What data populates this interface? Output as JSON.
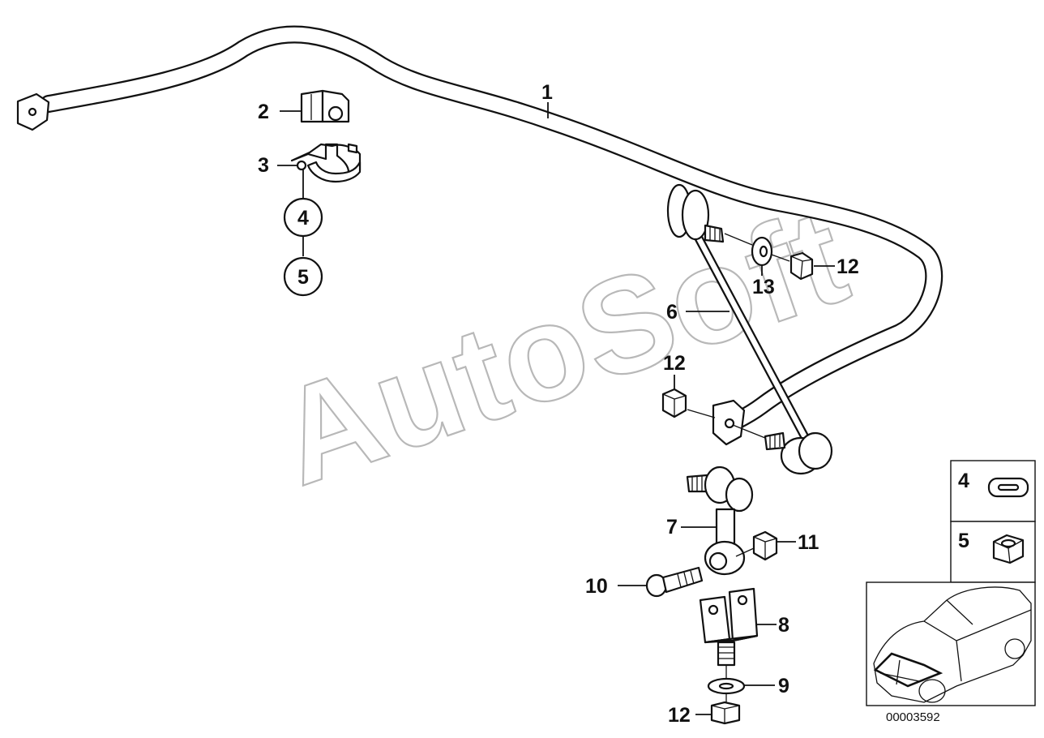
{
  "watermark": "AutoSoft",
  "diagram_number": "00003592",
  "callouts": {
    "c1": "1",
    "c2": "2",
    "c3": "3",
    "c4": "4",
    "c5": "5",
    "c6": "6",
    "c7": "7",
    "c8": "8",
    "c9": "9",
    "c10": "10",
    "c11": "11",
    "c12a": "12",
    "c12b": "12",
    "c12c": "12",
    "c13": "13"
  },
  "legend": {
    "item4": "4",
    "item5": "5"
  }
}
